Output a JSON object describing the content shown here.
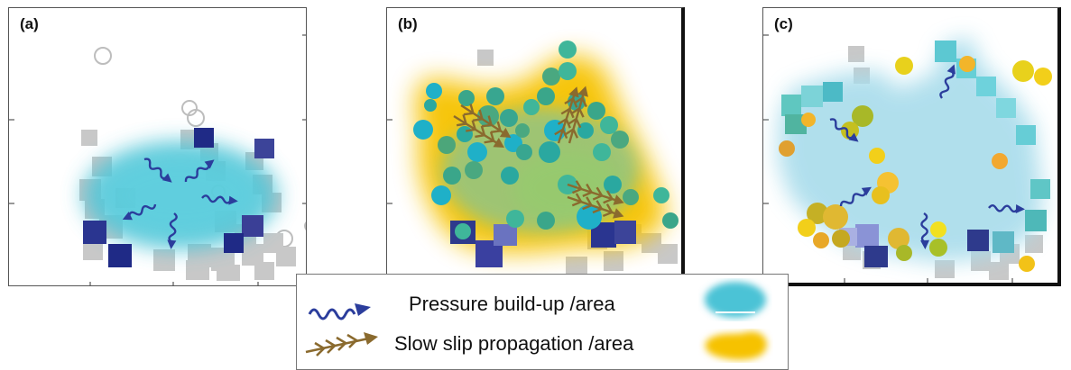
{
  "panels": [
    {
      "label": "(a)"
    },
    {
      "label": "(b)"
    },
    {
      "label": "(c)"
    }
  ],
  "legend": {
    "pressure_label": "Pressure build-up /area",
    "slip_label": "Slow slip propagation /area",
    "pressure_arrow_icon": "blue-wavy-arrow-icon",
    "slip_arrow_icon": "brown-chevron-arrow-icon",
    "pressure_area_icon": "cyan-blob-icon",
    "slip_area_icon": "yellow-blob-icon"
  },
  "colors": {
    "pressure_arrow": "#2b3d9c",
    "slip_arrow": "#8a6a2e",
    "pressure_area": "#4cc3d6",
    "slip_area": "#f6c200",
    "gray_square": "#c8c8c8",
    "navy_square": "#2e3a8c"
  }
}
